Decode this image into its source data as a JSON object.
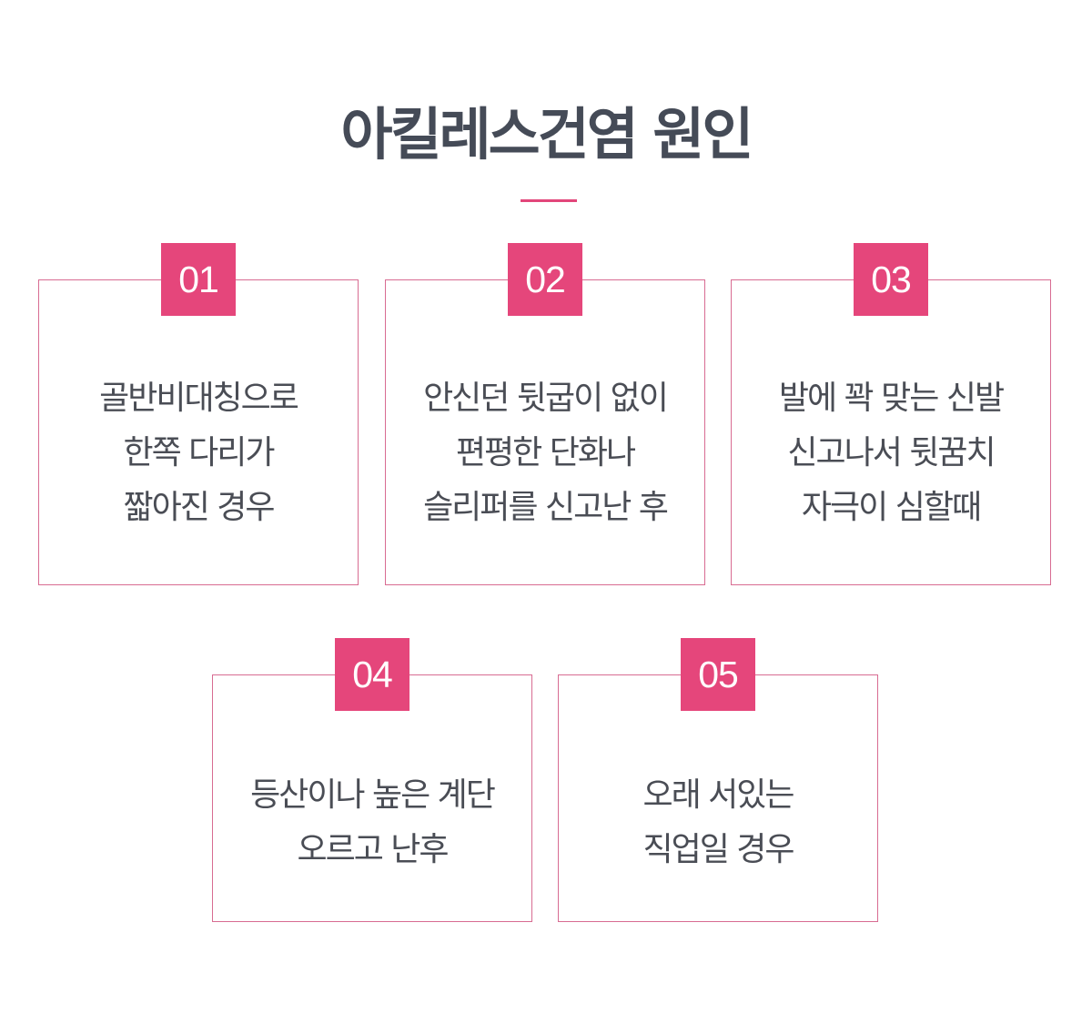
{
  "title": "아킬레스건염 원인",
  "cards": [
    {
      "number": "01",
      "lines": [
        "골반비대칭으로",
        "한쪽 다리가",
        "짧아진 경우"
      ]
    },
    {
      "number": "02",
      "lines": [
        "안신던 뒷굽이 없이",
        "편평한 단화나",
        "슬리퍼를 신고난 후"
      ]
    },
    {
      "number": "03",
      "lines": [
        "발에 꽉 맞는 신발",
        "신고나서 뒷꿈치",
        "자극이 심할때"
      ]
    },
    {
      "number": "04",
      "lines": [
        "등산이나 높은 계단",
        "오르고 난후"
      ]
    },
    {
      "number": "05",
      "lines": [
        "오래 서있는",
        "직업일 경우"
      ]
    }
  ],
  "colors": {
    "accent": "#e5467b",
    "border": "#d86c92",
    "title": "#454b57",
    "text": "#4a4d55"
  }
}
